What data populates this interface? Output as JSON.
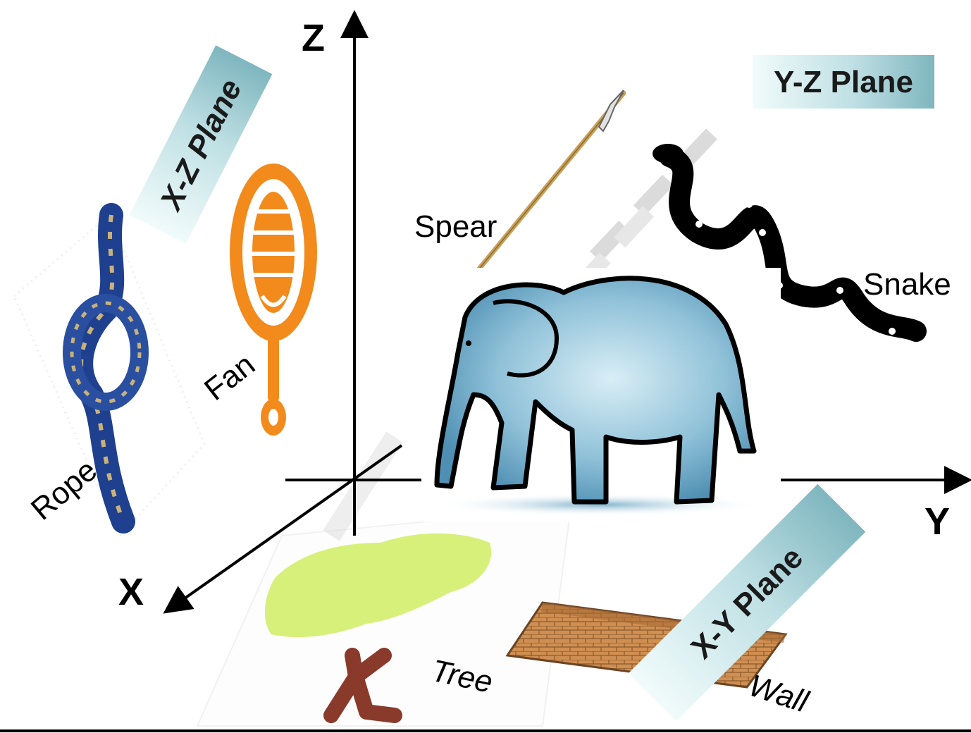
{
  "axes": {
    "x": "X",
    "y": "Y",
    "z": "Z"
  },
  "planes": {
    "xz": "X-Z Plane",
    "yz": "Y-Z Plane",
    "xy": "X-Y Plane"
  },
  "objects": {
    "rope": "Rope",
    "fan": "Fan",
    "spear": "Spear",
    "snake": "Snake",
    "tree": "Tree",
    "wall": "Wall"
  },
  "icons": [
    "rope-icon",
    "fan-icon",
    "spear-icon",
    "snake-icon",
    "elephant-icon",
    "tree-icon",
    "wall-icon"
  ],
  "colors": {
    "plane_label_bg_light": "#e8f6f6",
    "plane_label_bg_dark": "#7fb6bf",
    "fan": "#f28a1c",
    "rope": "#1f3f8f",
    "elephant": "#7fb3cc",
    "tree_leaves": "#d7f07a",
    "tree_trunk": "#8a3a2a",
    "wall": "#d08f52",
    "spear": "#c9a15a"
  }
}
